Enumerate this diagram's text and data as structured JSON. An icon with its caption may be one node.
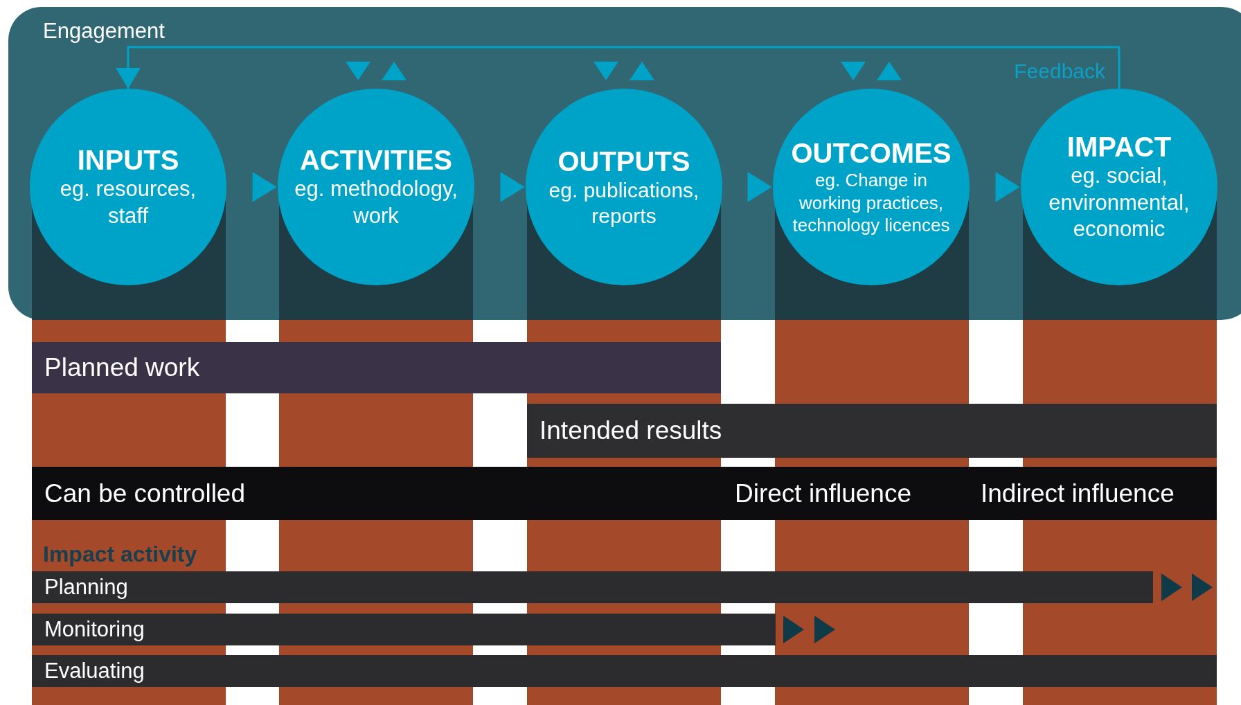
{
  "diagram": {
    "nodes": [
      {
        "text": [
          "Engagement"
        ]
      },
      {
        "text": [
          "INPUTS",
          "eg. resources, staff"
        ],
        "in": 0
      },
      {
        "text": [
          "ACTIVITIES",
          "eg. methodology, work"
        ],
        "in": 0
      },
      {
        "text": [
          "OUTPUTS",
          "eg. publications, reports"
        ],
        "in": 0
      },
      {
        "text": [
          "OUTCOMES",
          "eg. Change in working practices, technology licences"
        ],
        "in": 0
      },
      {
        "text": [
          "IMPACT",
          "eg. social, environmental, economic"
        ],
        "in": 0
      },
      {
        "text": [
          "Planned work"
        ]
      },
      {
        "text": [
          "Intended results"
        ]
      },
      {
        "text": [
          "Can be controlled",
          "Direct influence",
          "Indirect influence"
        ]
      },
      {
        "text": [
          "Planning"
        ]
      },
      {
        "text": [
          "Monitoring"
        ]
      },
      {
        "text": [
          "Evaluating"
        ]
      }
    ],
    "edges": [
      {
        "from": 1,
        "to": 2,
        "arrow": "to"
      },
      {
        "from": 2,
        "to": 3,
        "arrow": "to"
      },
      {
        "from": 3,
        "to": 4,
        "arrow": "to"
      },
      {
        "from": 4,
        "to": 5,
        "arrow": "to"
      },
      {
        "from": 5,
        "to": 1,
        "arrow": "to",
        "label": "Feedback"
      }
    ],
    "labels": [
      "Impact activity"
    ]
  }
}
